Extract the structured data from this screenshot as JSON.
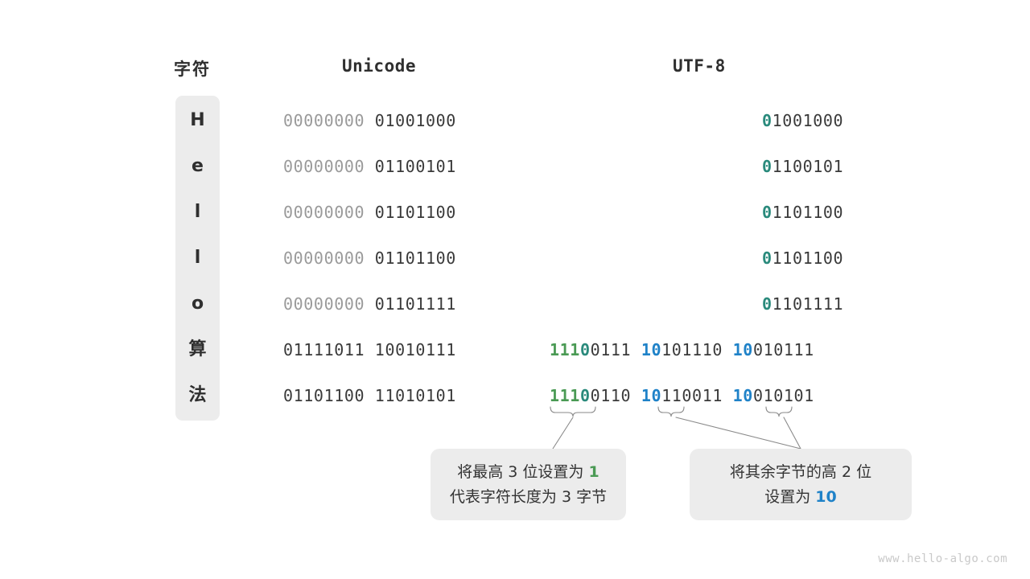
{
  "headers": {
    "char": "字符",
    "unicode": "Unicode",
    "utf8": "UTF-8"
  },
  "rows": [
    {
      "char": "H",
      "unicode_hi": "00000000",
      "unicode_lo": "01001000",
      "utf8_type": "ascii",
      "utf8_prefix": "0",
      "utf8_rest": "1001000"
    },
    {
      "char": "e",
      "unicode_hi": "00000000",
      "unicode_lo": "01100101",
      "utf8_type": "ascii",
      "utf8_prefix": "0",
      "utf8_rest": "1100101"
    },
    {
      "char": "l",
      "unicode_hi": "00000000",
      "unicode_lo": "01101100",
      "utf8_type": "ascii",
      "utf8_prefix": "0",
      "utf8_rest": "1101100"
    },
    {
      "char": "l",
      "unicode_hi": "00000000",
      "unicode_lo": "01101100",
      "utf8_type": "ascii",
      "utf8_prefix": "0",
      "utf8_rest": "1101100"
    },
    {
      "char": "o",
      "unicode_hi": "00000000",
      "unicode_lo": "01101111",
      "utf8_type": "ascii",
      "utf8_prefix": "0",
      "utf8_rest": "1101111"
    },
    {
      "char": "算",
      "unicode_hi": "01111011",
      "unicode_lo": "10010111",
      "utf8_type": "multi",
      "b1_green": "111",
      "b1_teal": "0",
      "b1_rest": "0111",
      "b2_blue": "10",
      "b2_rest": "101110",
      "b3_blue": "10",
      "b3_rest": "010111"
    },
    {
      "char": "法",
      "unicode_hi": "01101100",
      "unicode_lo": "11010101",
      "utf8_type": "multi",
      "b1_green": "111",
      "b1_teal": "0",
      "b1_rest": "0110",
      "b2_blue": "10",
      "b2_rest": "110011",
      "b3_blue": "10",
      "b3_rest": "010101"
    }
  ],
  "callouts": [
    {
      "line1_pre": "将最高 3 位设置为 ",
      "line1_hl": "1",
      "line1_post": "",
      "line2_pre": "代表字符长度为 3 字节",
      "line2_hl": "",
      "line2_post": ""
    },
    {
      "line1_pre": "将其余字节的高 2 位",
      "line1_hl": "",
      "line1_post": "",
      "line2_pre": "设置为 ",
      "line2_hl": "10",
      "line2_post": ""
    }
  ],
  "watermark": "www.hello-algo.com",
  "colors": {
    "green": "#4a9a54",
    "teal": "#2a8a7c",
    "blue": "#1f82c8",
    "dim": "#9a9a9a",
    "text": "#3a3a3a",
    "panel": "#ececec"
  }
}
